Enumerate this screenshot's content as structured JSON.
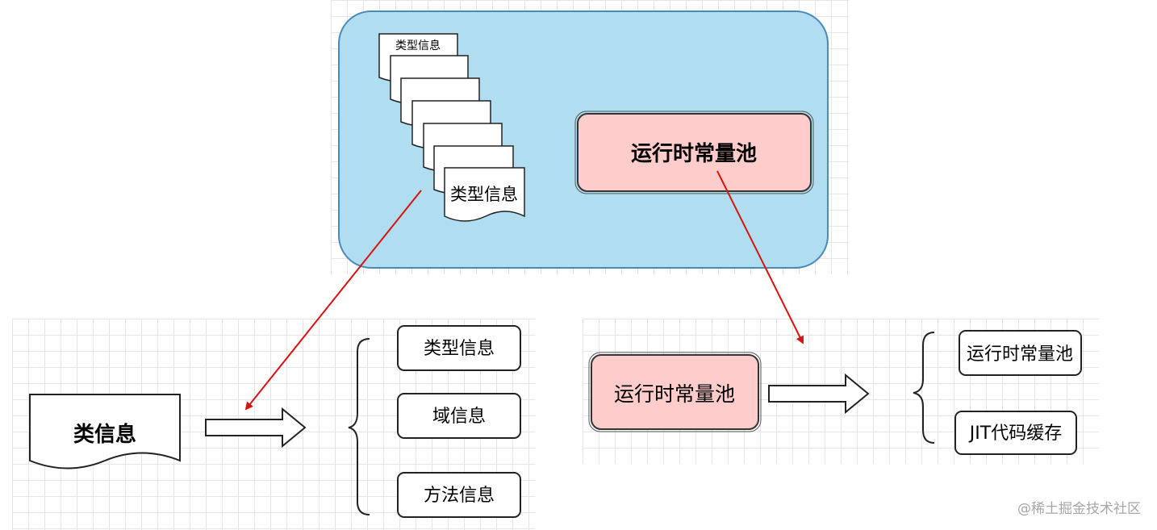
{
  "top": {
    "doc_stack_label": "类型信息",
    "runtime_pool_label": "运行时常量池"
  },
  "left": {
    "class_info_label": "类信息",
    "items": [
      "类型信息",
      "域信息",
      "方法信息"
    ]
  },
  "right": {
    "runtime_pool_label": "运行时常量池",
    "items": [
      "运行时常量池",
      "JIT代码缓存"
    ]
  },
  "watermark": "@稀土掘金技术社区",
  "colors": {
    "method_area_fill": "#b1ddf0",
    "method_area_stroke": "#4a8ab8",
    "pool_fill": "#ffcccc",
    "arrow_red": "#d9120d",
    "stroke_dark": "#222222"
  }
}
